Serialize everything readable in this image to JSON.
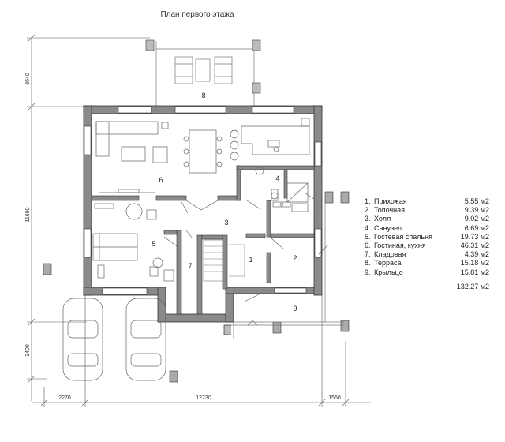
{
  "title": "План первого этажа",
  "rooms": [
    {
      "num": "1.",
      "name": "Прихожая",
      "area": "5.55 м2"
    },
    {
      "num": "2.",
      "name": "Топочная",
      "area": "9.39 м2"
    },
    {
      "num": "3.",
      "name": "Холл",
      "area": "9.02 м2"
    },
    {
      "num": "4.",
      "name": "Санузел",
      "area": "6.69 м2"
    },
    {
      "num": "5.",
      "name": "Гостевая спальня",
      "area": "19.73 м2"
    },
    {
      "num": "6.",
      "name": "Гостиная, кухня",
      "area": "46.31 м2"
    },
    {
      "num": "7.",
      "name": "Кладовая",
      "area": "4.39 м2"
    },
    {
      "num": "8.",
      "name": "Терраса",
      "area": "15.18 м2"
    },
    {
      "num": "9.",
      "name": "Крыльцо",
      "area": "15.81 м2"
    }
  ],
  "total": "132.27 м2",
  "room_labels": [
    "1",
    "2",
    "3",
    "4",
    "5",
    "6",
    "7",
    "8",
    "9"
  ],
  "dimensions": {
    "top_left": "3640",
    "left_main": "11690",
    "left_bottom": "3400",
    "bottom_left": "2270",
    "bottom_main": "12730",
    "bottom_right": "1560"
  }
}
